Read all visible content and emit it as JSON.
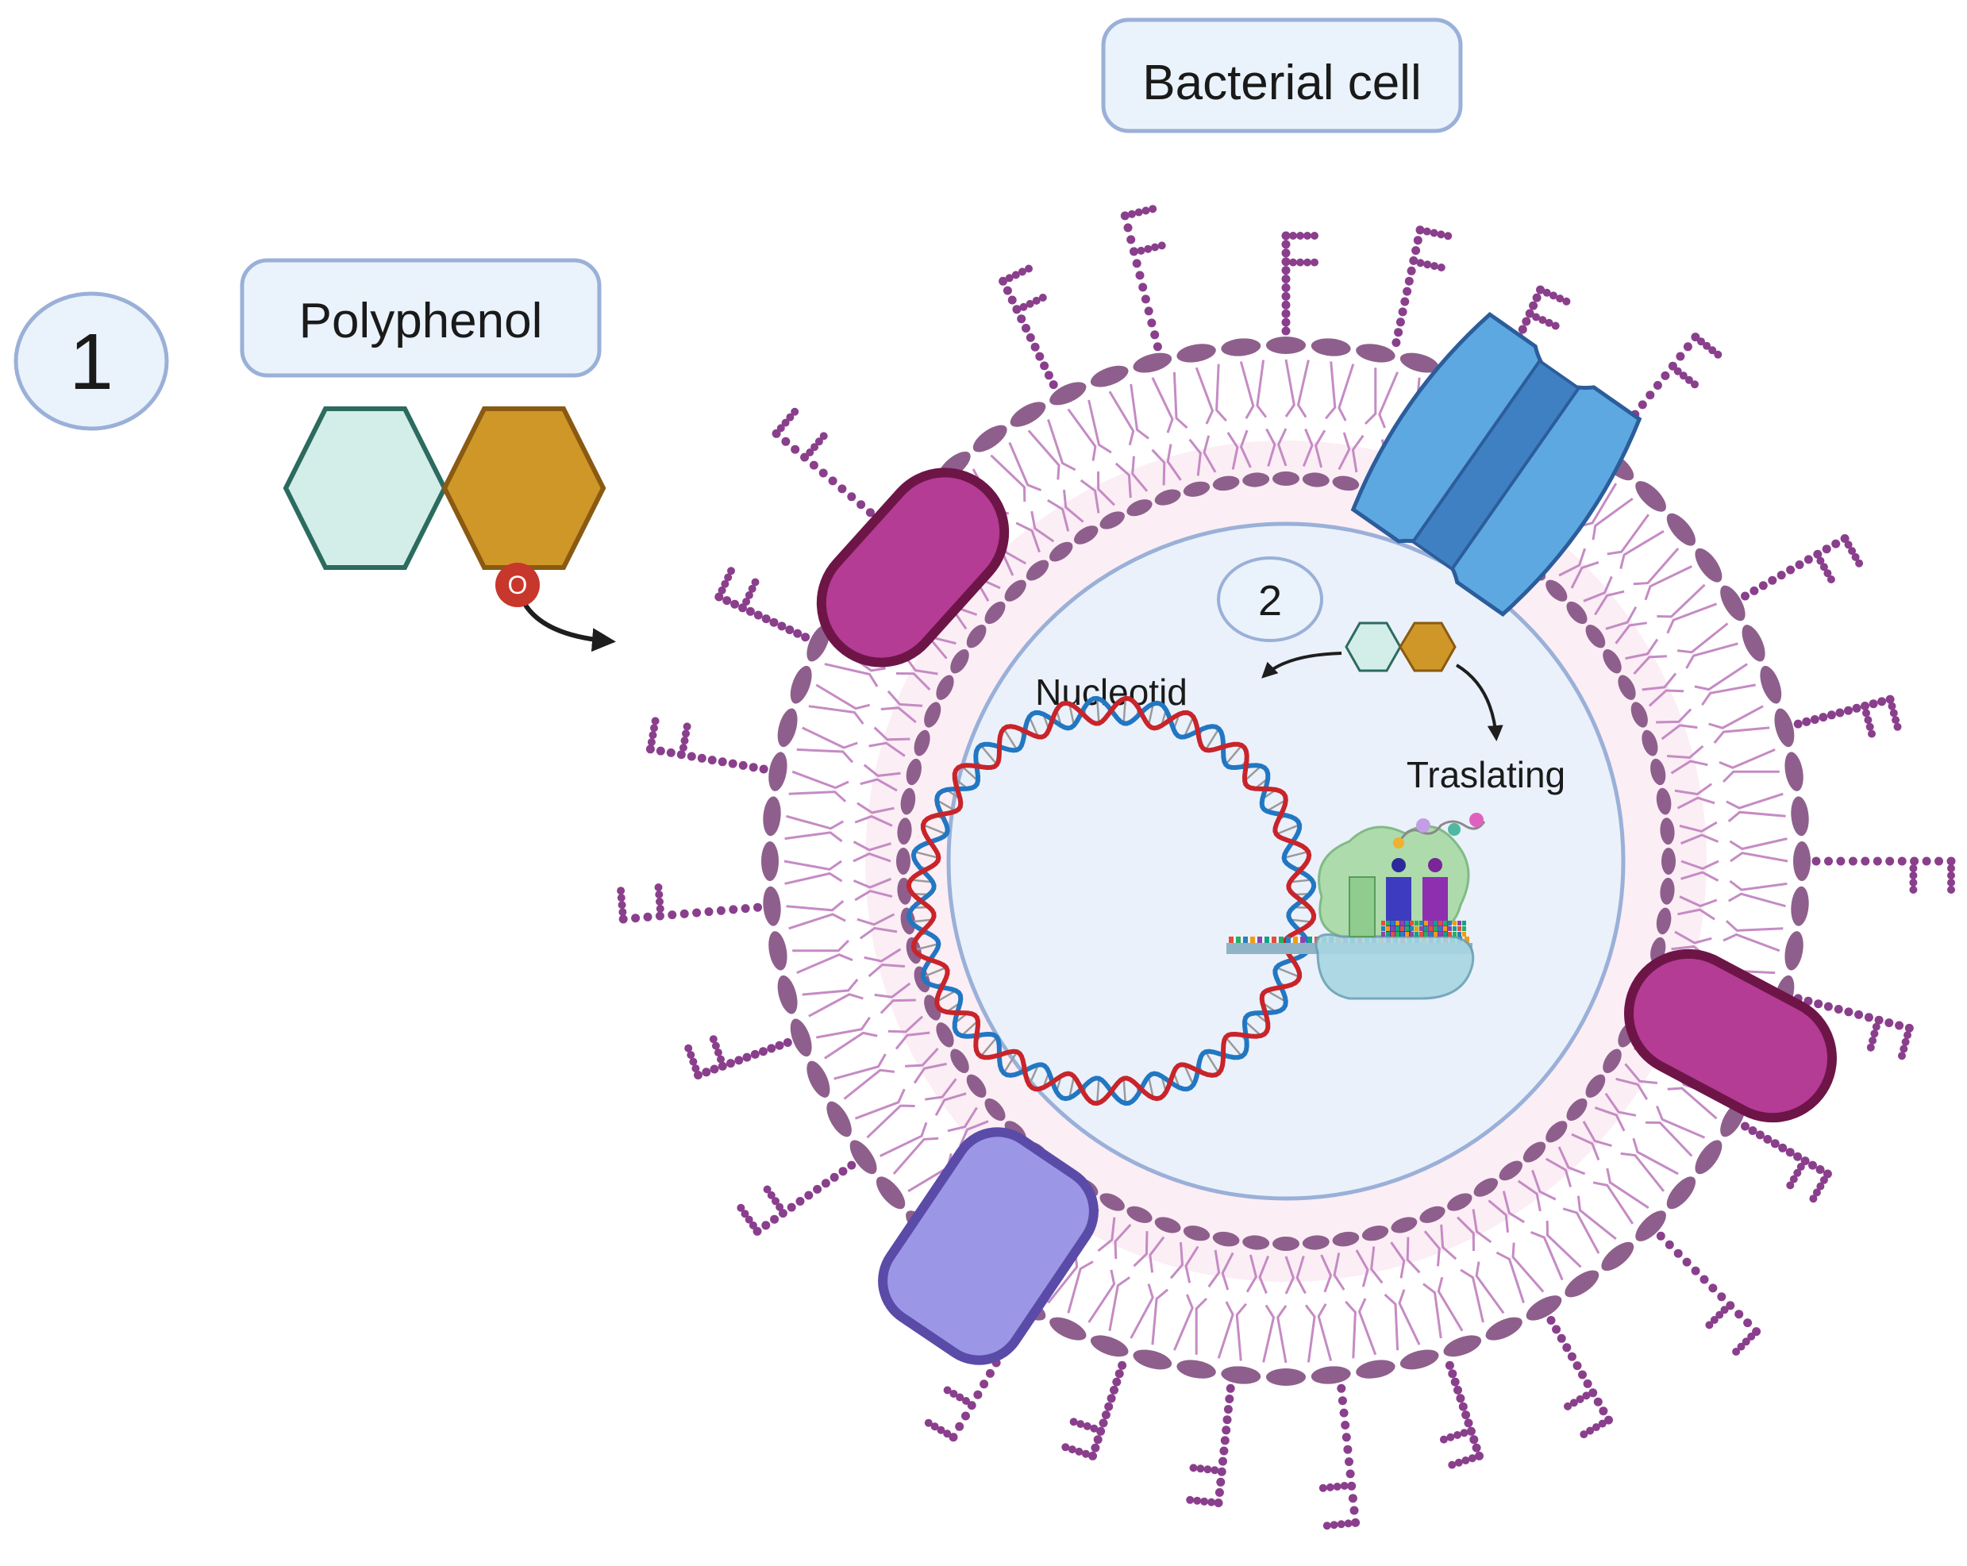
{
  "labels": {
    "bacterial_cell": "Bacterial cell",
    "polyphenol": "Polyphenol",
    "step1": "1",
    "step2": "2",
    "oxygen": "O",
    "nucleotid": "Nucleotid",
    "translating": "Traslating"
  },
  "colors": {
    "membrane": "#8e5f8c",
    "tail": "#c58bc4",
    "label_fill": "#eaf2fb",
    "label_stroke": "#9ab0d8",
    "nucleoid_fill": "#eaf1fb",
    "periplasm": "#fbeef5",
    "hex_light": "#d3ede8",
    "hex_light_stroke": "#2c6b5f",
    "hex_gold": "#cf9728",
    "hex_gold_stroke": "#8a5a12",
    "oxygen": "#c8372c",
    "protein_magenta": "#b43c94",
    "protein_magenta_stroke": "#6e1548",
    "protein_lilac": "#9b96e6",
    "protein_lilac_stroke": "#5a4ba8",
    "channel_blue": "#5ea8e2",
    "channel_stroke": "#2c5d9b",
    "dna_red": "#c8242a",
    "dna_blue": "#2277c2"
  },
  "icons": {
    "membrane": "lipid-bilayer-icon",
    "dna": "circular-dna-icon",
    "ribosome": "ribosome-icon",
    "channel": "porin-channel-icon"
  }
}
